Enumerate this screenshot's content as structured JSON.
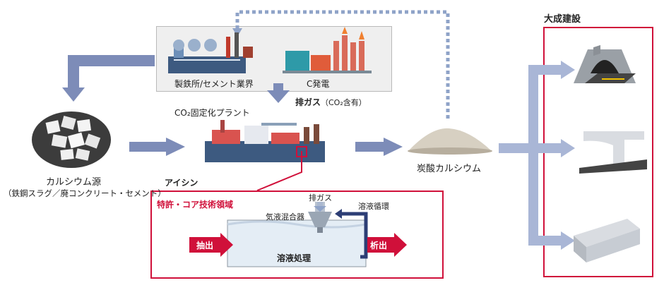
{
  "factories": {
    "steel_cement_label": "製鉄所/セメント業界",
    "power_label": "C発電"
  },
  "exhaust": {
    "label": "排ガス",
    "note": "（CO₂含有）"
  },
  "plant": {
    "label": "CO₂固定化プラント"
  },
  "calcium_source": {
    "label": "カルシウム源",
    "sub": "（鉄鋼スラグ／廃コンクリート・セメント）"
  },
  "product": {
    "label": "炭酸カルシウム"
  },
  "aisin": {
    "label": "アイシン"
  },
  "patent": {
    "title": "特許・コア技術領域",
    "mixer_label": "気液混合器",
    "exhaust_label": "排ガス",
    "circulation_label": "溶液循環",
    "extract_label": "抽出",
    "precipitate_label": "析出",
    "process_label": "溶液処理"
  },
  "taisei": {
    "label": "大成建設"
  },
  "colors": {
    "accent_red": "#d0103a",
    "arrow_blue": "#7d8cb8",
    "dotted_blue": "#8fa3c8"
  }
}
